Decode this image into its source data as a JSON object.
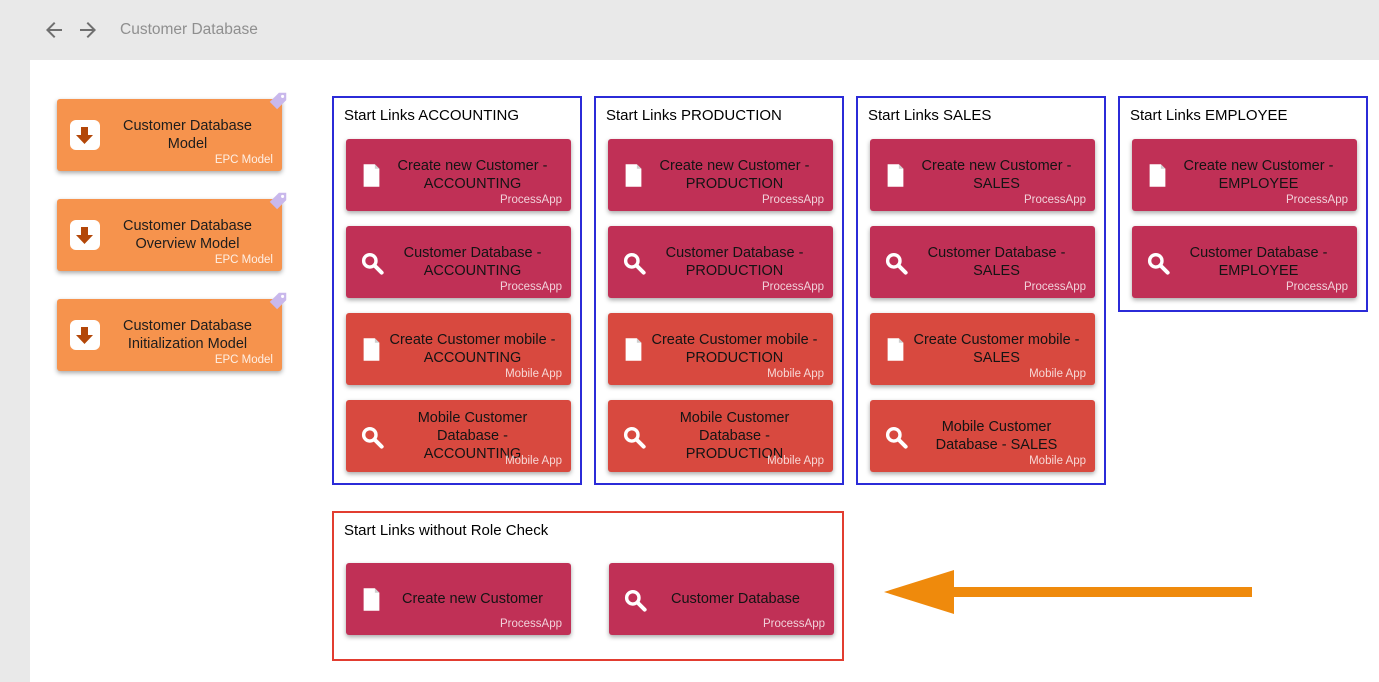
{
  "topbar": {
    "title": "Customer Database",
    "back_icon": "arrow-left",
    "forward_icon": "arrow-right"
  },
  "colors": {
    "process_app_card": "#c03056",
    "mobile_app_card": "#d8493f",
    "epc_model_card": "#f6934d",
    "group_border_blue": "#2b2bd8",
    "group_border_red": "#e23d30",
    "annotation_arrow": "#ef8a0c",
    "bookmark_tag": "#c9b8ec",
    "topbar_background": "#e9e9e9"
  },
  "sidebar": {
    "models": [
      {
        "title": "Customer Database Model",
        "type": "EPC Model"
      },
      {
        "title": "Customer Database Overview Model",
        "type": "EPC Model"
      },
      {
        "title": "Customer Database Initialization Model",
        "type": "EPC Model"
      }
    ]
  },
  "groups": [
    {
      "title": "Start Links ACCOUNTING",
      "cards": [
        {
          "title": "Create new Customer - ACCOUNTING",
          "subtitle": "ProcessApp"
        },
        {
          "title": "Customer Database - ACCOUNTING",
          "subtitle": "ProcessApp"
        },
        {
          "title": "Create Customer mobile - ACCOUNTING",
          "subtitle": "Mobile App"
        },
        {
          "title": "Mobile Customer Database - ACCOUNTING",
          "subtitle": "Mobile App"
        }
      ]
    },
    {
      "title": "Start Links PRODUCTION",
      "cards": [
        {
          "title": "Create new Customer - PRODUCTION",
          "subtitle": "ProcessApp"
        },
        {
          "title": "Customer Database - PRODUCTION",
          "subtitle": "ProcessApp"
        },
        {
          "title": "Create Customer mobile - PRODUCTION",
          "subtitle": "Mobile App"
        },
        {
          "title": "Mobile Customer Database - PRODUCTION",
          "subtitle": "Mobile App"
        }
      ]
    },
    {
      "title": "Start Links SALES",
      "cards": [
        {
          "title": "Create new Customer - SALES",
          "subtitle": "ProcessApp"
        },
        {
          "title": "Customer Database - SALES",
          "subtitle": "ProcessApp"
        },
        {
          "title": "Create Customer mobile - SALES",
          "subtitle": "Mobile App"
        },
        {
          "title": "Mobile Customer Database - SALES",
          "subtitle": "Mobile App"
        }
      ]
    },
    {
      "title": "Start Links EMPLOYEE",
      "cards": [
        {
          "title": "Create new Customer - EMPLOYEE",
          "subtitle": "ProcessApp"
        },
        {
          "title": "Customer Database - EMPLOYEE",
          "subtitle": "ProcessApp"
        }
      ]
    },
    {
      "title": "Start Links without Role Check",
      "cards": [
        {
          "title": "Create new Customer",
          "subtitle": "ProcessApp"
        },
        {
          "title": "Customer Database",
          "subtitle": "ProcessApp"
        }
      ]
    }
  ]
}
